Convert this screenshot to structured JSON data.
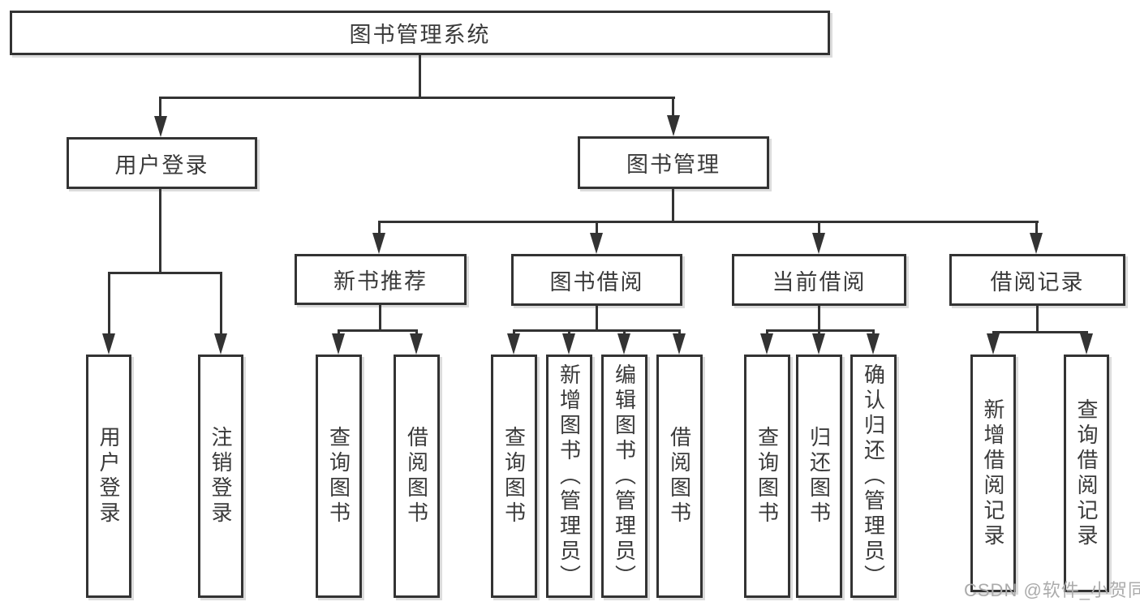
{
  "diagram": {
    "title": "图书管理系统",
    "user_login_branch": {
      "label": "用户登录",
      "leaves": [
        "用户登录",
        "注销登录"
      ]
    },
    "book_mgmt_branch": {
      "label": "图书管理",
      "sections": [
        {
          "label": "新书推荐",
          "leaves": [
            "查询图书",
            "借阅图书"
          ]
        },
        {
          "label": "图书借阅",
          "leaves": [
            "查询图书",
            "新增图书（管理员）",
            "编辑图书（管理员）",
            "借阅图书"
          ]
        },
        {
          "label": "当前借阅",
          "leaves": [
            "查询图书",
            "归还图书",
            "确认归还（管理员）"
          ]
        },
        {
          "label": "借阅记录",
          "leaves": [
            "新增借阅记录",
            "查询借阅记录"
          ]
        }
      ]
    }
  },
  "watermark": "CSDN @软件_小贺同学",
  "colors": {
    "line": "#333333",
    "text": "#3a3a3a",
    "background": "#ffffff",
    "watermark": "#ababab"
  }
}
